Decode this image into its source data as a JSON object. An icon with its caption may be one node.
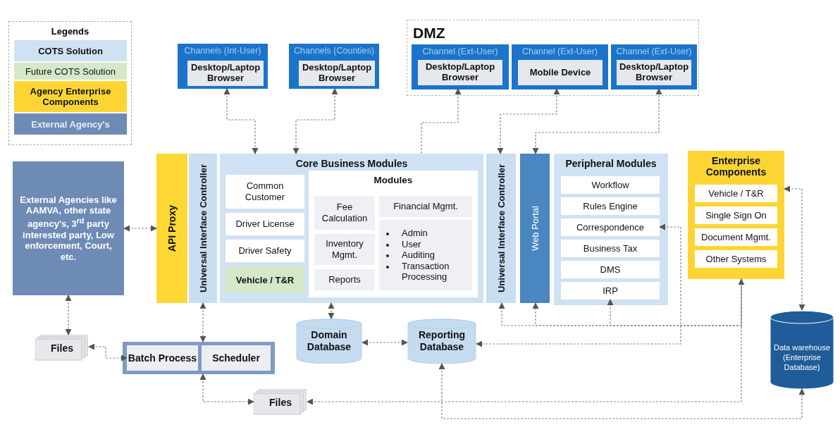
{
  "diagram": {
    "nodes": [
      {
        "text": [
          "Channels (Int-User)"
        ]
      },
      {
        "text": [
          "Desktop/Laptop Browser"
        ],
        "in": 0
      },
      {
        "text": [
          "Channels (Counties)"
        ]
      },
      {
        "text": [
          "Desktop/Laptop Browser"
        ],
        "in": 2
      },
      {
        "text": [
          "DMZ"
        ]
      },
      {
        "text": [
          "Channel (Ext-User)"
        ],
        "in": 4
      },
      {
        "text": [
          "Desktop/Laptop Browser"
        ],
        "in": 5
      },
      {
        "text": [
          "Channel (Ext-User)"
        ],
        "in": 4
      },
      {
        "text": [
          "Mobile Device"
        ],
        "in": 7
      },
      {
        "text": [
          "Channel (Ext-User)"
        ],
        "in": 4
      },
      {
        "text": [
          "Desktop/Laptop Browser"
        ],
        "in": 9
      },
      {
        "text": [
          "External Agencies like AAMVA, other state agency's, 3$^{rd}$ party interested party, Low enforcement, Court, etc."
        ]
      },
      {
        "text": [
          "API Proxy"
        ]
      },
      {
        "text": [
          "Universal Interface Controller"
        ]
      },
      {
        "text": [
          "Core Business Modules"
        ]
      },
      {
        "text": [
          "Common Customer"
        ],
        "in": 14
      },
      {
        "text": [
          "Driver License"
        ],
        "in": 14
      },
      {
        "text": [
          "Driver Safety"
        ],
        "in": 14
      },
      {
        "text": [
          "Vehicle / T&R"
        ],
        "in": 14
      },
      {
        "text": [
          "Modules"
        ],
        "in": 14
      },
      {
        "text": [
          "Fee Calculation"
        ],
        "in": 19
      },
      {
        "text": [
          "Inventory Mgmt."
        ],
        "in": 19
      },
      {
        "text": [
          "Reports"
        ],
        "in": 19
      },
      {
        "text": [
          "Financial Mgmt."
        ],
        "in": 19
      },
      {
        "text": [
          "Admin",
          "User",
          "Auditing",
          "Transaction Processing"
        ],
        "in": 19
      },
      {
        "text": [
          "Universal Interface Controller"
        ]
      },
      {
        "text": [
          "Web Portal"
        ]
      },
      {
        "text": [
          "Peripheral Modules"
        ]
      },
      {
        "text": [
          "Workflow"
        ],
        "in": 27
      },
      {
        "text": [
          "Rules Engine"
        ],
        "in": 27
      },
      {
        "text": [
          "Correspondence"
        ],
        "in": 27
      },
      {
        "text": [
          "Business Tax"
        ],
        "in": 27
      },
      {
        "text": [
          "DMS"
        ],
        "in": 27
      },
      {
        "text": [
          "IRP"
        ],
        "in": 27
      },
      {
        "text": [
          "Enterprise Components"
        ]
      },
      {
        "text": [
          "Vehicle / T&R"
        ],
        "in": 34
      },
      {
        "text": [
          "Single Sign On"
        ],
        "in": 34
      },
      {
        "text": [
          "Document Mgmt."
        ],
        "in": 34
      },
      {
        "text": [
          "Other Systems"
        ],
        "in": 34
      },
      {
        "text": [
          "Files"
        ]
      },
      {
        "text": [],
        "shape": "box"
      },
      {
        "text": [
          "Batch Process"
        ],
        "in": 40
      },
      {
        "text": [
          "Scheduler"
        ],
        "in": 40
      },
      {
        "text": [
          "Domain Database"
        ]
      },
      {
        "text": [
          "Reporting Database"
        ]
      },
      {
        "text": [
          "Files"
        ]
      },
      {
        "text": [
          "Data warehouse (Enterprise Database)"
        ]
      }
    ],
    "edges": [
      {
        "from": 0,
        "to": 14,
        "arrow": "both"
      },
      {
        "from": 2,
        "to": 14,
        "arrow": "both"
      },
      {
        "from": 14,
        "to": 5,
        "arrow": "to"
      },
      {
        "from": 7,
        "to": 25,
        "arrow": "both"
      },
      {
        "from": 9,
        "to": 26,
        "arrow": "both"
      },
      {
        "from": 11,
        "to": 12,
        "arrow": "both"
      },
      {
        "from": 11,
        "to": 39,
        "arrow": "both"
      },
      {
        "from": 39,
        "to": 41,
        "arrow": "both"
      },
      {
        "from": 13,
        "to": 40,
        "arrow": "both"
      },
      {
        "from": 40,
        "to": 45,
        "arrow": "both"
      },
      {
        "from": 14,
        "to": 43,
        "arrow": "both"
      },
      {
        "from": 43,
        "to": 44,
        "arrow": "both"
      },
      {
        "from": 30,
        "to": 44,
        "arrow": "both"
      },
      {
        "from": 34,
        "to": 25,
        "arrow": "to"
      },
      {
        "from": 34,
        "to": 26,
        "arrow": "to"
      },
      {
        "from": 34,
        "to": 33,
        "arrow": "to"
      },
      {
        "from": 45,
        "to": 34,
        "arrow": "both"
      },
      {
        "from": 44,
        "to": 46,
        "arrow": "both"
      },
      {
        "from": 34,
        "to": 46,
        "arrow": "both"
      }
    ],
    "labels": [
      "Legends"
    ],
    "legend": [
      {
        "text": "COTS Solution",
        "color": "#cfe2f3"
      },
      {
        "text": "Future COTS Solution",
        "color": "#d5e8c9"
      },
      {
        "text": "Agency Enterprise Components",
        "color": "#fcd535"
      },
      {
        "text": "External Agency's",
        "color": "#6e8bb6"
      }
    ]
  }
}
